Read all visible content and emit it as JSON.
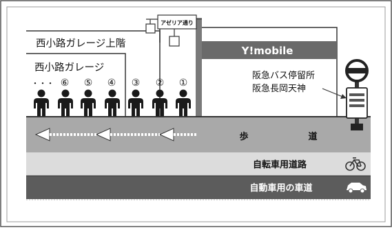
{
  "buildings": {
    "upper_floor_label": "西小路ガレージ上階",
    "garage_label": "西小路ガレージ",
    "shop_sign": "Y!mobile"
  },
  "pole_sign": "アゼリア通り",
  "bus_stop": {
    "line1": "阪急バス停留所",
    "line2": "阪急長岡天神"
  },
  "queue": {
    "ellipsis": "・・・",
    "positions": [
      "⑥",
      "⑤",
      "④",
      "③",
      "②",
      "①"
    ]
  },
  "lanes": {
    "sidewalk_left": "歩",
    "sidewalk_right": "道",
    "bicycle": "自転車用道路",
    "car": "自動車用の車道"
  },
  "icons": {
    "bicycle": "bicycle-icon",
    "car": "car-icon",
    "bus_stop": "bus-stop-sign-icon"
  },
  "colors": {
    "sidewalk": "#a9a9a9",
    "bicycle_lane": "#dcdcdc",
    "car_lane": "#5c5c5c",
    "shop_band": "#6a6a6a",
    "pole": "#7a7a7a",
    "people": "#1a1a1a"
  }
}
